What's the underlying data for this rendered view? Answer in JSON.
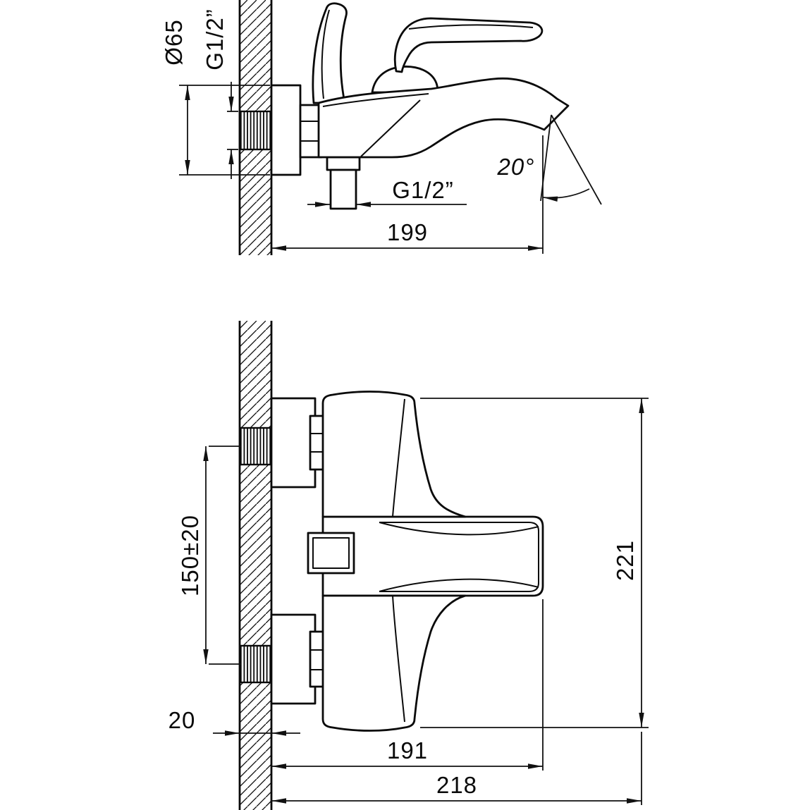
{
  "side_view": {
    "plate_diameter": "Ø65",
    "inlet_thread": "G1/2”",
    "outlet_thread": "G1/2”",
    "depth": "199",
    "spout_angle": "20°"
  },
  "front_view": {
    "inlet_spacing": "150±20",
    "height": "221",
    "wall_thickness": "20",
    "width_to_spout": "191",
    "total_width": "218"
  }
}
